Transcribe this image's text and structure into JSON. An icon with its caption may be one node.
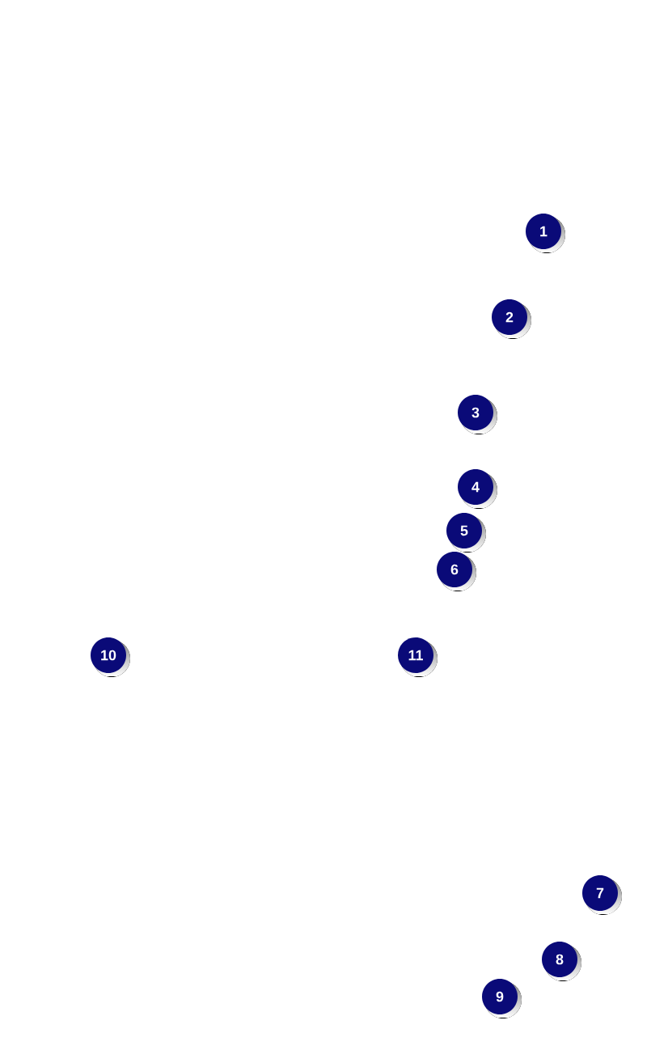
{
  "diagram": {
    "labels": [
      "1",
      "2",
      "3",
      "4",
      "5",
      "6",
      "10",
      "11",
      "7",
      "8",
      "9"
    ]
  }
}
